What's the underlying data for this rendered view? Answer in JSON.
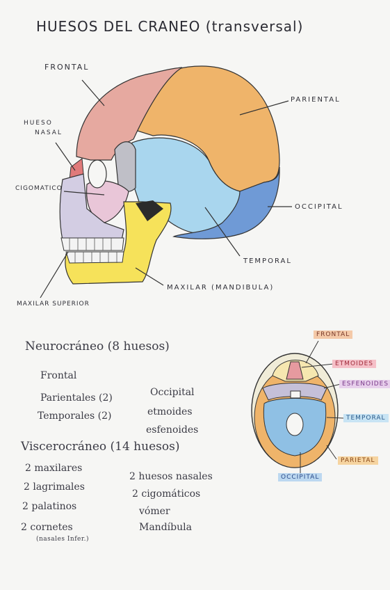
{
  "title": "HUESOS DEL CRANEO (transversal)",
  "skull_labels": {
    "frontal": "FRONTAL",
    "hueso_nasal_1": "HUESO",
    "hueso_nasal_2": "NASAL",
    "cigomatico": "CIGOMATICO",
    "parietal": "PARIENTAL",
    "occipital": "OCCIPITAL",
    "temporal": "TEMPORAL",
    "maxilar": "MAXILAR (MANDIBULA)",
    "maxilar_superior": "MAXILAR SUPERIOR"
  },
  "neurocraneo": {
    "heading": "Neurocráneo (8 huesos)",
    "col1": [
      "Frontal",
      "Parientales (2)",
      "Temporales (2)"
    ],
    "col2": [
      "Occipital",
      "etmoides",
      "esfenoides"
    ]
  },
  "viscerocraneo": {
    "heading": "Viscerocráneo (14 huesos)",
    "col1": [
      "2 maxilares",
      "2 lagrimales",
      "2 palatinos",
      "2 cornetes"
    ],
    "col1_note": "(nasales Infer.)",
    "col2": [
      "2 huesos nasales",
      "2 cigomáticos",
      "vómer",
      "Mandíbula"
    ]
  },
  "transversal_labels": {
    "frontal": "FRONTAL",
    "etmoides": "ETMOIDES",
    "esfenoides": "ESFENOIDES",
    "temporal": "TEMPORAL",
    "parietal": "PARIETAL",
    "occipital": "OCCIPITAL"
  },
  "colors": {
    "frontal": "#e6a9a0",
    "parietal": "#efb46a",
    "temporal": "#a9d6ee",
    "occipital": "#6f9ad6",
    "mandibula": "#f6e25a",
    "cigomatico": "#e9c6d8",
    "nasal": "#e07a7a",
    "maxilar_superior": "#d3cde3",
    "esfenoides": "#bfbfc7",
    "etmoides": "#e69a9f"
  }
}
